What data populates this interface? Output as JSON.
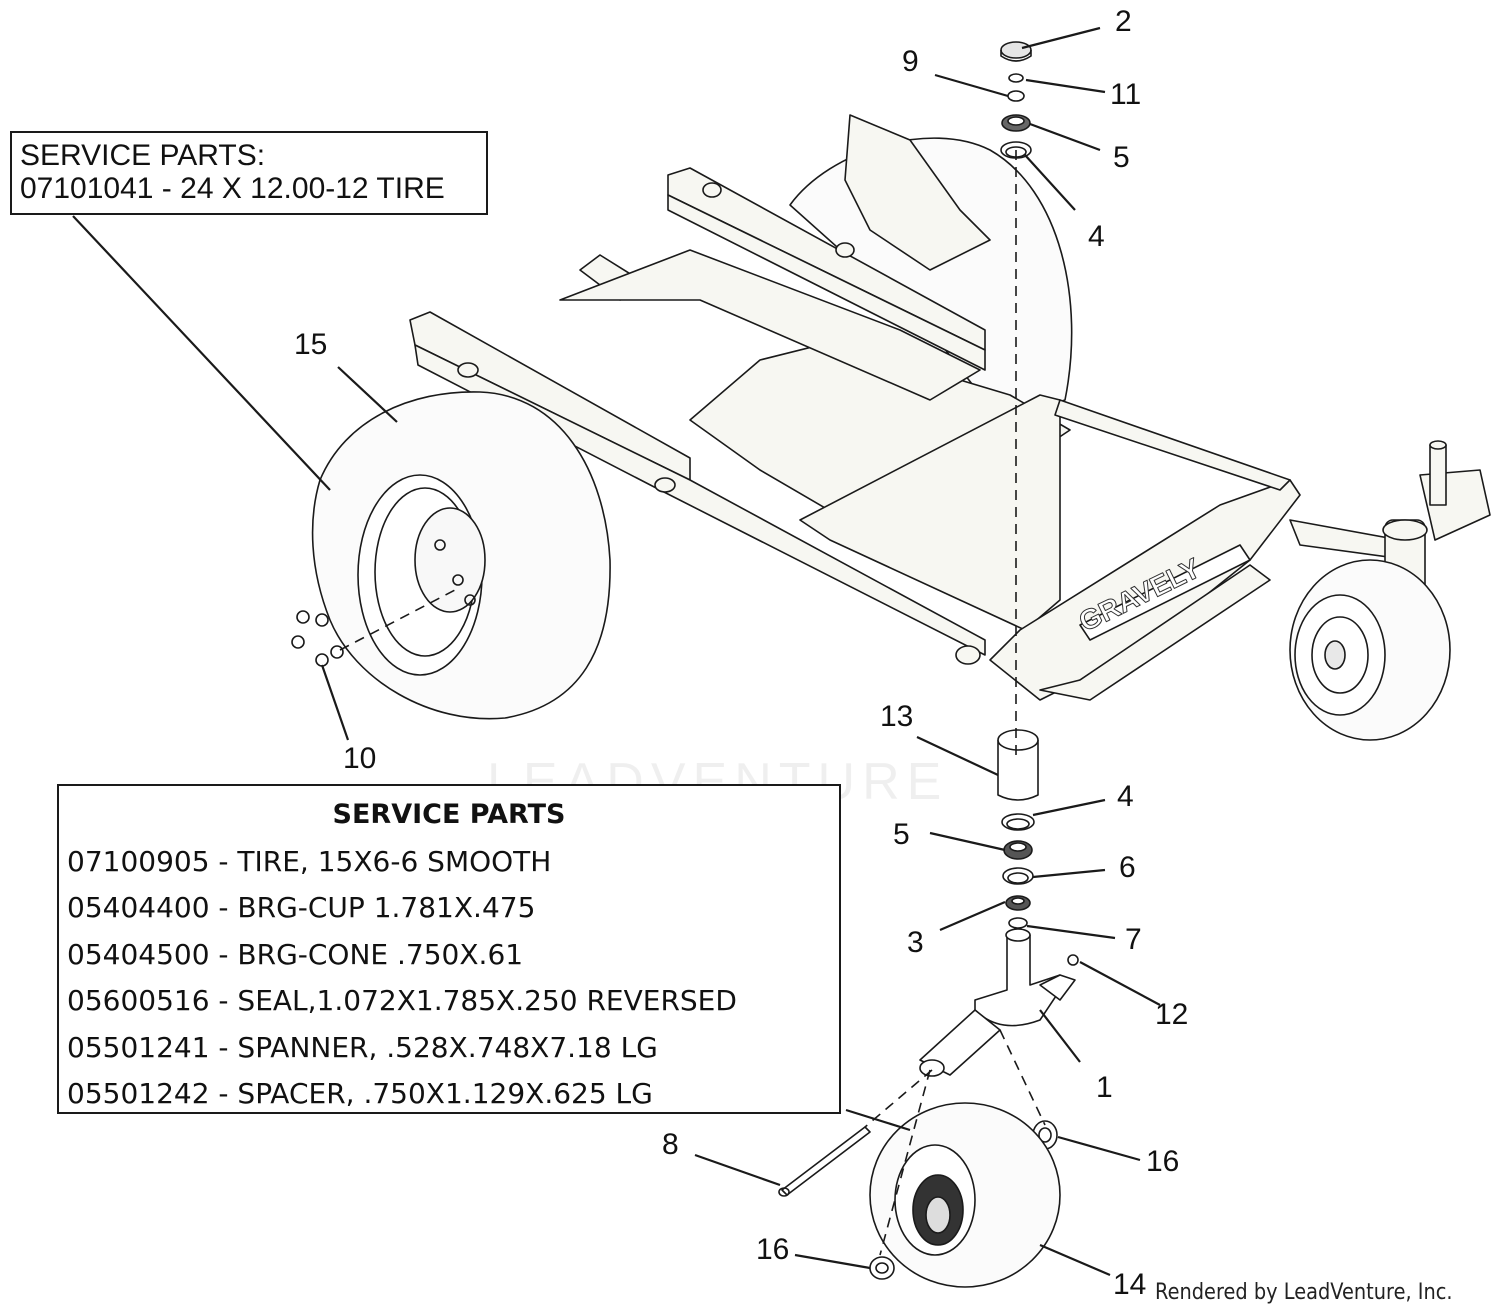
{
  "service_box_top": {
    "line1": "SERVICE PARTS:",
    "line2": "07101041 - 24 X 12.00-12 TIRE"
  },
  "service_box_bottom": {
    "title": "SERVICE PARTS",
    "rows": [
      "07100905 - TIRE, 15X6-6 SMOOTH",
      "05404400 - BRG-CUP 1.781X.475",
      "05404500 - BRG-CONE .750X.61",
      "05600516 - SEAL,1.072X1.785X.250 REVERSED",
      "05501241 - SPANNER, .528X.748X7.18 LG",
      "05501242 - SPACER, .750X1.129X.625 LG"
    ]
  },
  "callouts": {
    "c2": "2",
    "c9": "9",
    "c11": "11",
    "c5a": "5",
    "c4a": "4",
    "c15": "15",
    "c10": "10",
    "c13": "13",
    "c4b": "4",
    "c5b": "5",
    "c6": "6",
    "c3": "3",
    "c7": "7",
    "c12": "12",
    "c1": "1",
    "c8": "8",
    "c16a": "16",
    "c16b": "16",
    "c14": "14"
  },
  "brand_label": "GRAVELY",
  "watermark": "LEADVENTURE",
  "credit": "Rendered by LeadVenture, Inc.",
  "colors": {
    "line": "#1a1a1a",
    "frame": "#f7f7f2",
    "tire": "#fbfbfb"
  }
}
